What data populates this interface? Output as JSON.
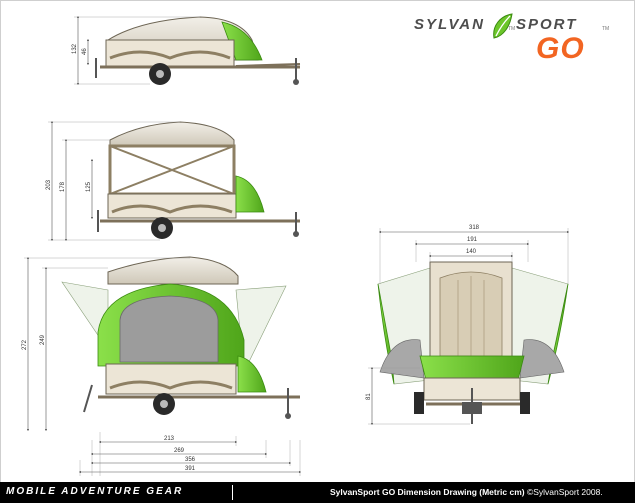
{
  "brand": {
    "name_left": "SYLVAN",
    "name_right": "SPORT",
    "tm": "TM",
    "product": "GO",
    "tagline": "MOBILE ADVENTURE GEAR"
  },
  "caption": {
    "title": "SylvanSport GO Dimension Drawing (Metric cm)",
    "copyright": "©SylvanSport 2008."
  },
  "dimensions": {
    "top_view_height": "132",
    "top_view_body": "46",
    "mid_view_height": "203",
    "mid_view_frame": "178",
    "mid_view_body": "125",
    "tent_view_height": "272",
    "tent_view_body": "249",
    "len_213": "213",
    "len_269": "269",
    "len_356": "356",
    "len_391": "391",
    "rear_width_total": "318",
    "rear_width_191": "191",
    "rear_width_140": "140",
    "rear_height": "81"
  },
  "colors": {
    "accent_green": "#6cc62a",
    "logo_orange": "#f26522",
    "frame_tan": "#c8b89a",
    "line": "#555555"
  }
}
